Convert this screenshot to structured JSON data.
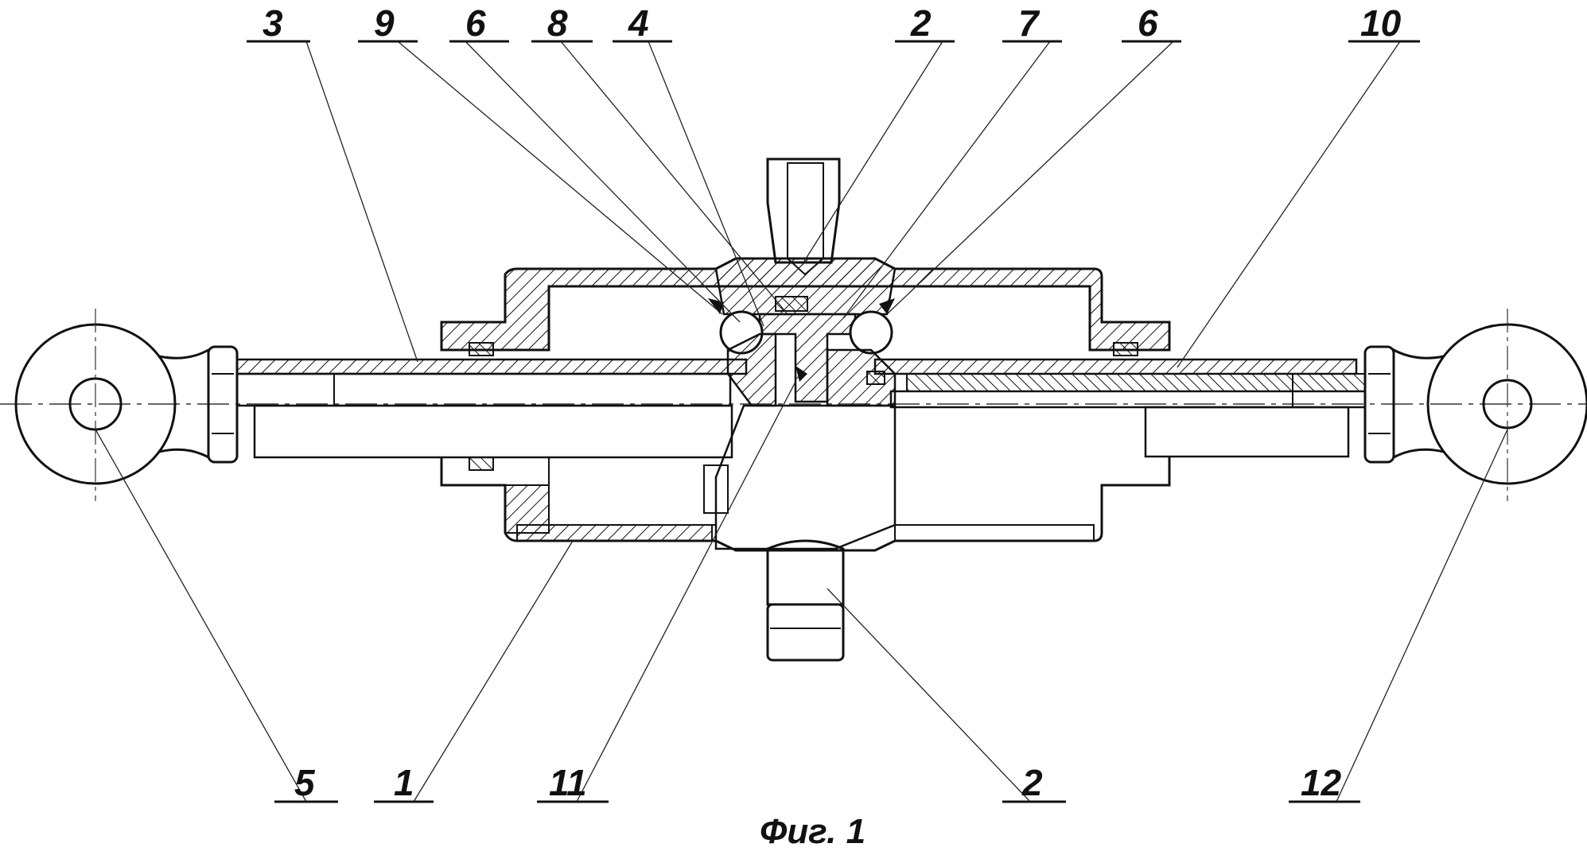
{
  "caption": "Фиг. 1",
  "callouts": [
    {
      "id": "c3",
      "text": "3"
    },
    {
      "id": "c9",
      "text": "9"
    },
    {
      "id": "c6a",
      "text": "6"
    },
    {
      "id": "c8",
      "text": "8"
    },
    {
      "id": "c4",
      "text": "4"
    },
    {
      "id": "c2a",
      "text": "2"
    },
    {
      "id": "c7",
      "text": "7"
    },
    {
      "id": "c6b",
      "text": "6"
    },
    {
      "id": "c10",
      "text": "10"
    },
    {
      "id": "c5",
      "text": "5"
    },
    {
      "id": "c1",
      "text": "1"
    },
    {
      "id": "c11",
      "text": "11"
    },
    {
      "id": "c2b",
      "text": "2"
    },
    {
      "id": "c12",
      "text": "12"
    }
  ]
}
